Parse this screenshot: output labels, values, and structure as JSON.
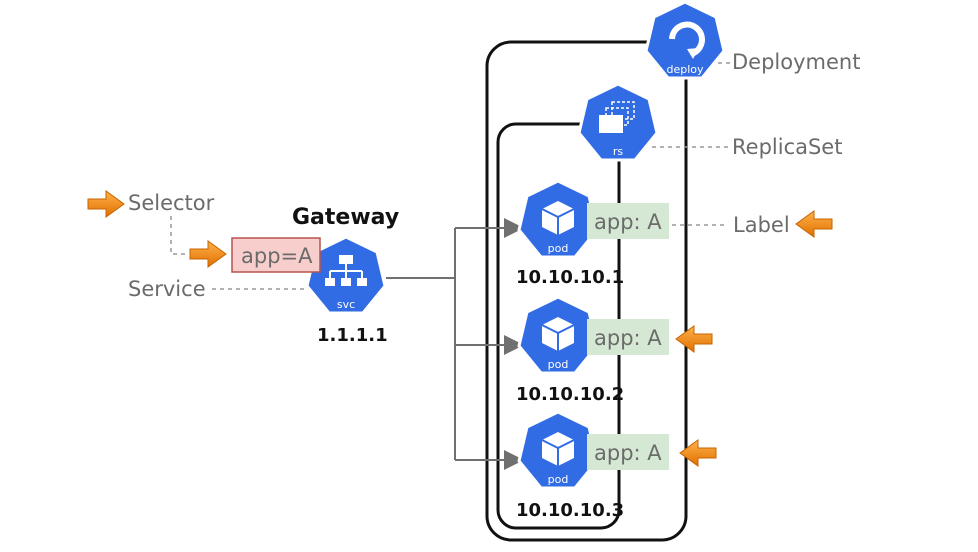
{
  "colors": {
    "k8s_blue": "#326ce5",
    "label_bg": "#d5e8d4",
    "selector_bg": "#f8cecc",
    "selector_border": "#b85450",
    "arrow_orange": "#f08c00"
  },
  "deployment": {
    "icon": "deploy-icon",
    "icon_caption": "deploy",
    "label": "Deployment"
  },
  "replicaset": {
    "icon": "rs-icon",
    "icon_caption": "rs",
    "label": "ReplicaSet"
  },
  "service": {
    "icon": "svc-icon",
    "icon_caption": "svc",
    "label": "Service",
    "title": "Gateway",
    "ip": "1.1.1.1",
    "selector_title": "Selector",
    "selector_value": "app=A"
  },
  "label_callout": "Label",
  "pods": [
    {
      "icon": "pod-icon",
      "icon_caption": "pod",
      "label": "app: A",
      "ip": "10.10.10.1"
    },
    {
      "icon": "pod-icon",
      "icon_caption": "pod",
      "label": "app: A",
      "ip": "10.10.10.2"
    },
    {
      "icon": "pod-icon",
      "icon_caption": "pod",
      "label": "app: A",
      "ip": "10.10.10.3"
    }
  ]
}
